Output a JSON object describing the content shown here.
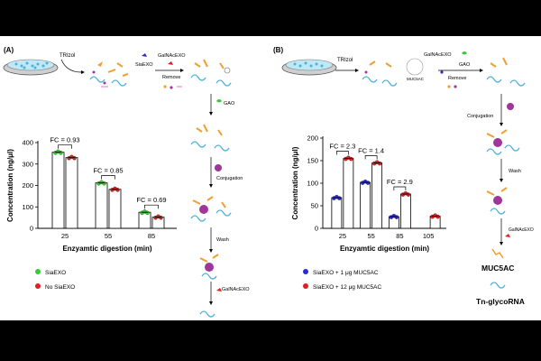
{
  "panel_a": {
    "label": "(A)",
    "workflow": {
      "trizol": "TRIzol",
      "siaexo": "SiaEXO",
      "galnacexo": "GalNAcEXO",
      "remove": "Remove",
      "gao": "GAO",
      "conjugation": "Conjugation",
      "wash": "Wash",
      "galnacexo2": "GalNAcEXO"
    },
    "legend": [
      "SiaEXO",
      "No SiaEXO"
    ]
  },
  "panel_b": {
    "label": "(B)",
    "workflow": {
      "trizol": "TRIzol",
      "galnacexo": "GalNAcEXO",
      "gao": "GAO",
      "remove": "Remove",
      "muc5ac_small": "MUC5AC",
      "conjugation": "Conjugation",
      "wash": "Wash",
      "galnacexo2": "GalNAcEXO",
      "product1": "MUC5AC",
      "product2": "Tn-glycoRNA"
    },
    "legend": [
      "SiaEXO + 1 μg MUC5AC",
      "SiaEXO + 12 μg MUC5AC"
    ]
  },
  "colors": {
    "blue": "#2b2bd6",
    "red": "#e02020",
    "green": "#33cc33",
    "cyan": "#4ab3d9",
    "orange": "#f0a030",
    "purple": "#a0359a"
  },
  "chart_data": [
    {
      "type": "bar",
      "xlabel": "Enzyamtic digestion (min)",
      "ylabel": "Concentration (ng/μl)",
      "categories": [
        "25",
        "55",
        "85"
      ],
      "ylim": [
        0,
        400
      ],
      "yticks": [
        0,
        100,
        200,
        300,
        400
      ],
      "series": [
        {
          "name": "SiaEXO",
          "color": "#33cc33",
          "values": [
            355,
            212,
            75
          ]
        },
        {
          "name": "No SiaEXO",
          "color": "#e02020",
          "values": [
            330,
            182,
            52
          ]
        }
      ],
      "annotations": [
        "FC = 0.93",
        "FC = 0.85",
        "FC = 0.69"
      ]
    },
    {
      "type": "bar",
      "xlabel": "Enzyamtic digestion (min)",
      "ylabel": "Concentration (ng/μl)",
      "categories": [
        "25",
        "55",
        "85",
        "105"
      ],
      "ylim": [
        0,
        200
      ],
      "yticks": [
        0,
        50,
        100,
        150,
        200
      ],
      "series": [
        {
          "name": "SiaEXO + 1 μg MUC5AC",
          "color": "#2b2bd6",
          "values": [
            68,
            102,
            26,
            null
          ]
        },
        {
          "name": "SiaEXO + 12 μg MUC5AC",
          "color": "#e02020",
          "values": [
            155,
            145,
            76,
            27
          ]
        }
      ],
      "annotations": [
        "FC = 2.3",
        "FC = 1.4",
        "FC = 2.9"
      ]
    }
  ]
}
